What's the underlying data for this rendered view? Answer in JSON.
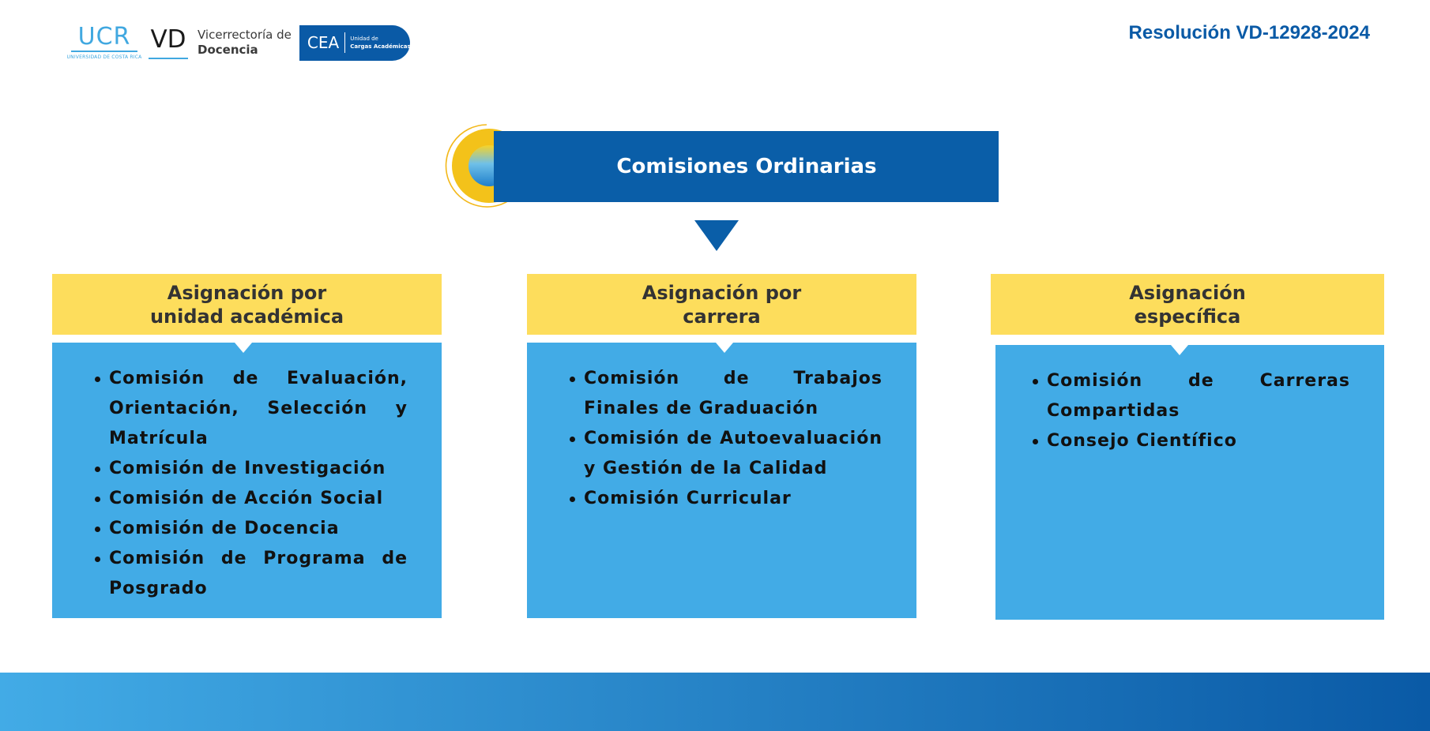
{
  "header": {
    "logo_ucr": "UCR",
    "logo_ucr_sub": "UNIVERSIDAD DE COSTA RICA",
    "logo_vd": "VD",
    "logo_vicerrectoria_line1": "Vicerrectoría de",
    "logo_vicerrectoria_line2": "Docencia",
    "logo_cea": "CEA",
    "logo_cea_line1": "Unidad de",
    "logo_cea_line2": "Cargas Académicas",
    "resolution": "Resolución VD-12928-2024"
  },
  "diagram": {
    "title": "Comisiones Ordinarias",
    "columns": [
      {
        "title_line1": "Asignación por",
        "title_line2": "unidad académica",
        "items": [
          "Comisión de Evaluación, Orientación, Selección y Matrícula",
          "Comisión de Investigación",
          "Comisión de Acción Social",
          "Comisión de Docencia",
          "Comisión de Programa de Posgrado"
        ]
      },
      {
        "title_line1": "Asignación por",
        "title_line2": "carrera",
        "items": [
          "Comisión de Trabajos Finales de Graduación",
          "Comisión de Autoevaluación y Gestión de la Calidad",
          "Comisión Curricular"
        ]
      },
      {
        "title_line1": "Asignación",
        "title_line2": "específica",
        "items": [
          "Comisión de Carreras Compartidas",
          "Consejo Científico"
        ]
      }
    ]
  },
  "colors": {
    "primary_blue": "#0a5ea8",
    "light_blue": "#42abe6",
    "yellow": "#fddd5c",
    "ring_yellow": "#f3c21a"
  }
}
